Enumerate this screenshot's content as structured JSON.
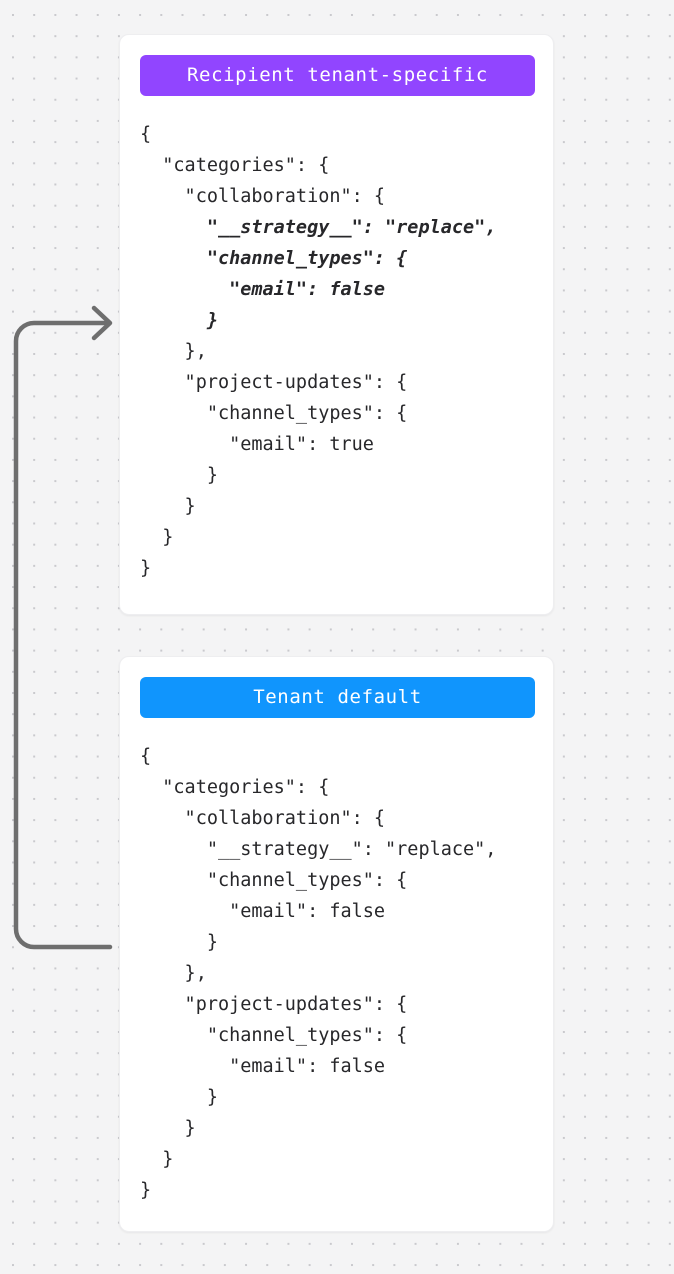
{
  "background": {
    "color": "#f4f4f5",
    "dot_color": "#c9c9cd",
    "pattern": "dot-grid"
  },
  "connector": {
    "name": "inheritance-arrow",
    "color": "#6e6e6e",
    "description": "elbow arrow from Tenant default card pointing into Recipient tenant-specific card",
    "direction": "right"
  },
  "cards": [
    {
      "id": "card-recipient",
      "badge": {
        "label": "Recipient tenant-specific",
        "color": "#9145ff"
      },
      "code_lines": [
        {
          "text": "{",
          "highlight": false
        },
        {
          "text": "  \"categories\": {",
          "highlight": false
        },
        {
          "text": "    \"collaboration\": {",
          "highlight": false
        },
        {
          "text": "      \"__strategy__\": \"replace\",",
          "highlight": true
        },
        {
          "text": "      \"channel_types\": {",
          "highlight": true
        },
        {
          "text": "        \"email\": false",
          "highlight": true
        },
        {
          "text": "      }",
          "highlight": true
        },
        {
          "text": "    },",
          "highlight": false
        },
        {
          "text": "    \"project-updates\": {",
          "highlight": false
        },
        {
          "text": "      \"channel_types\": {",
          "highlight": false
        },
        {
          "text": "        \"email\": true",
          "highlight": false
        },
        {
          "text": "      }",
          "highlight": false
        },
        {
          "text": "    }",
          "highlight": false
        },
        {
          "text": "  }",
          "highlight": false
        },
        {
          "text": "}",
          "highlight": false
        }
      ]
    },
    {
      "id": "card-tenant",
      "badge": {
        "label": "Tenant default",
        "color": "#1095fd"
      },
      "code_lines": [
        {
          "text": "{",
          "highlight": false
        },
        {
          "text": "  \"categories\": {",
          "highlight": false
        },
        {
          "text": "    \"collaboration\": {",
          "highlight": false
        },
        {
          "text": "      \"__strategy__\": \"replace\",",
          "highlight": false
        },
        {
          "text": "      \"channel_types\": {",
          "highlight": false
        },
        {
          "text": "        \"email\": false",
          "highlight": false
        },
        {
          "text": "      }",
          "highlight": false
        },
        {
          "text": "    },",
          "highlight": false
        },
        {
          "text": "    \"project-updates\": {",
          "highlight": false
        },
        {
          "text": "      \"channel_types\": {",
          "highlight": false
        },
        {
          "text": "        \"email\": false",
          "highlight": false
        },
        {
          "text": "      }",
          "highlight": false
        },
        {
          "text": "    }",
          "highlight": false
        },
        {
          "text": "  }",
          "highlight": false
        },
        {
          "text": "}",
          "highlight": false
        }
      ]
    }
  ]
}
